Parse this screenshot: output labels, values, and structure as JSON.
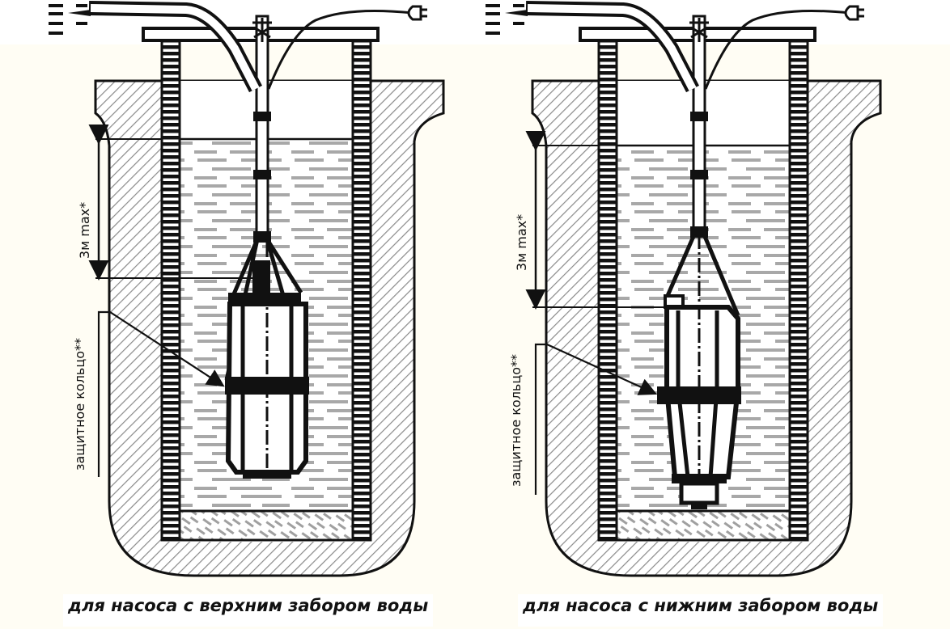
{
  "diagrams": [
    {
      "id": "left",
      "caption": "для насоса с верхним забором воды",
      "depth_label": "3м max*",
      "ring_label": "защитное кольцо**",
      "pump_type": "top-intake"
    },
    {
      "id": "right",
      "caption": "для насоса с нижним забором воды",
      "depth_label": "3м max*",
      "ring_label": "защитное кольцо**",
      "pump_type": "bottom-intake"
    }
  ],
  "icons": {
    "water_outlet": "arrow-left-icon",
    "power_plug": "plug-icon"
  },
  "colors": {
    "background": "#fffdf4",
    "ink": "#111111",
    "water_dash": "#a8a8a8",
    "hatch": "#8a8a8a",
    "paper": "#ffffff"
  }
}
